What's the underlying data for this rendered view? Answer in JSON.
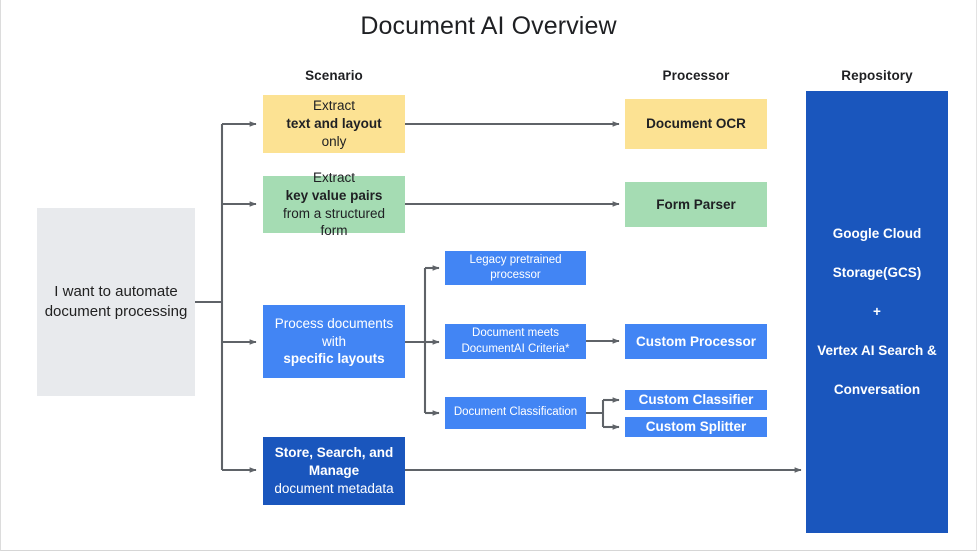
{
  "title": "Document AI Overview",
  "colors": {
    "yellow": "#fce293",
    "green": "#a5dcb3",
    "blue": "#4285f4",
    "dark_blue": "#1a56bd",
    "gray": "#e8eaed",
    "line": "#5f6368",
    "text_dark": "#202124"
  },
  "column_headers": [
    {
      "label": "Scenario"
    },
    {
      "label": "Processor"
    },
    {
      "label": "Repository"
    }
  ],
  "entry": {
    "label": "I want to automate document processing"
  },
  "scenarios": [
    {
      "id": "extract-text-and-layout",
      "text_plain": "Extract text and layout only",
      "part1": "Extract ",
      "bold": "text and layout",
      "part2": " only",
      "color": "yellow"
    },
    {
      "id": "extract-key-value-pairs",
      "text_plain": "Extract key value pairs from a structured form",
      "part1": "Extract ",
      "bold": "key value pairs",
      "part2": " from a structured form",
      "color": "green"
    },
    {
      "id": "process-specific-layouts",
      "text_plain": "Process documents with specific layouts",
      "part1": "Process documents with ",
      "bold": "specific layouts",
      "part2": "",
      "color": "blue"
    },
    {
      "id": "store-search-manage",
      "text_plain": "Store, Search, and Manage document metadata",
      "part1": "",
      "bold": "Store, Search, and Manage",
      "part2": " document metadata",
      "color": "dark_blue"
    }
  ],
  "criteria_nodes": [
    {
      "id": "legacy-pretrained-processor",
      "label": "Legacy pretrained processor"
    },
    {
      "id": "document-meets-criteria",
      "label": "Document meets DocumentAI Criteria*"
    },
    {
      "id": "document-classification",
      "label": "Document Classification"
    }
  ],
  "processors": [
    {
      "id": "document-ocr",
      "label": "Document OCR",
      "color": "yellow"
    },
    {
      "id": "form-parser",
      "label": "Form Parser",
      "color": "green"
    },
    {
      "id": "custom-processor",
      "label": "Custom Processor",
      "color": "blue"
    },
    {
      "id": "custom-classifier",
      "label": "Custom Classifier",
      "color": "blue"
    },
    {
      "id": "custom-splitter",
      "label": "Custom Splitter",
      "color": "blue"
    }
  ],
  "repository": {
    "line1": "Google Cloud",
    "line2": "Storage(GCS)",
    "line3": "+",
    "line4": "Vertex AI Search &",
    "line5": "Conversation"
  }
}
